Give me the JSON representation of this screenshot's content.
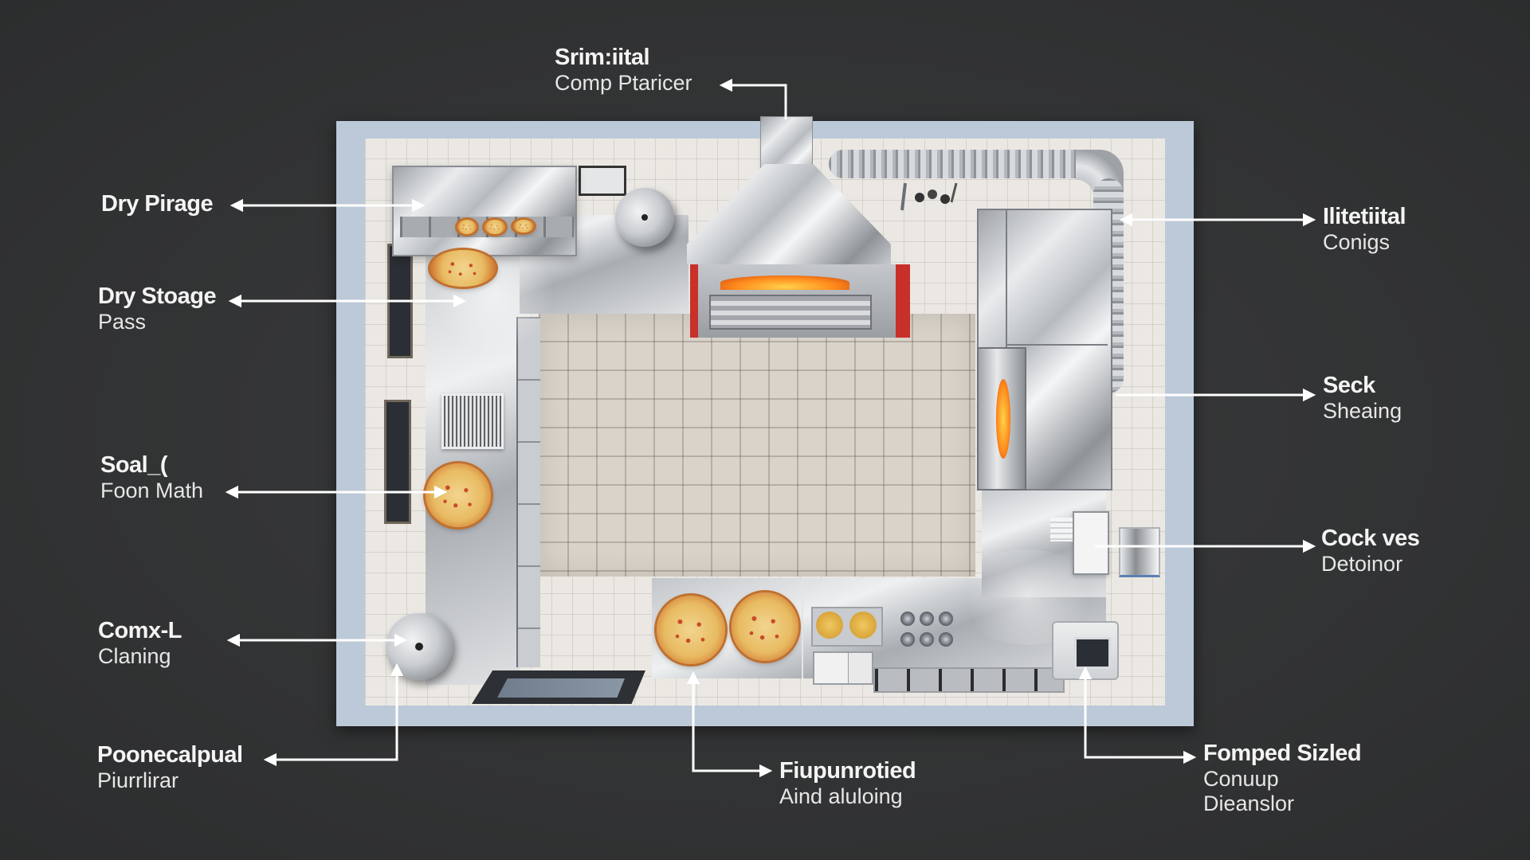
{
  "diagram": {
    "type": "annotated top-down kitchen floor plan (pizza kitchen)",
    "colors": {
      "background": "#333435",
      "label_text": "#f4f4f4",
      "leader_lines": "#ffffff",
      "outer_wall": "#bcc9d8",
      "floor_tile": "#d9d3c9",
      "oven_red": "#c8302a",
      "fire": "#ff8a1c"
    },
    "labels": {
      "top": {
        "title": "Srim:iital",
        "subtitle": "Comp Ptaricer"
      },
      "left_1": {
        "title": "Dry Pirage",
        "subtitle": ""
      },
      "left_2": {
        "title": "Dry Stoage",
        "subtitle": "Pass"
      },
      "left_3": {
        "title": "Soal_(",
        "subtitle": "Foon Math"
      },
      "left_4": {
        "title": "Comx-L",
        "subtitle": "Claning"
      },
      "left_5": {
        "title": "Poonecalpual",
        "subtitle": "Piurrlirar"
      },
      "bottom_center": {
        "title": "Fiupunrotied",
        "subtitle": "Aind aluloing"
      },
      "right_1": {
        "title": "Ilitetiital",
        "subtitle": "Conigs"
      },
      "right_2": {
        "title": "Seck",
        "subtitle": "Sheaing"
      },
      "right_3": {
        "title": "Cock ves",
        "subtitle": "Detoinor"
      },
      "bottom_right": {
        "title": "Fomped Sizled",
        "subtitle": "Conuup",
        "subtitle2": "Dieanslor"
      }
    },
    "elements": [
      "exhaust-hood",
      "pizza-oven",
      "ventilation-duct",
      "dry-storage-shelf",
      "prep-counter",
      "walk-in-refrigerator",
      "deck-oven",
      "floor-drain-grate",
      "wall-vent",
      "stock-pot",
      "stock-pot-2",
      "pizza-prep-station",
      "stovetop-burners",
      "microwave",
      "hand-towel-dispenser",
      "windows"
    ]
  }
}
